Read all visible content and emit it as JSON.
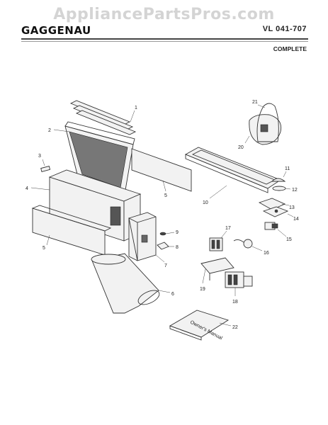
{
  "watermark": "AppliancePartsPros.com",
  "header": {
    "brand": "GAGGENAU",
    "model": "VL 041-707",
    "subtitle": "COMPLETE"
  },
  "manual_text": "Owner's Manual",
  "callouts": [
    "1",
    "2",
    "3",
    "4",
    "5",
    "5",
    "6",
    "7",
    "8",
    "9",
    "10",
    "11",
    "12",
    "13",
    "14",
    "15",
    "16",
    "17",
    "18",
    "19",
    "20",
    "21",
    "22"
  ]
}
